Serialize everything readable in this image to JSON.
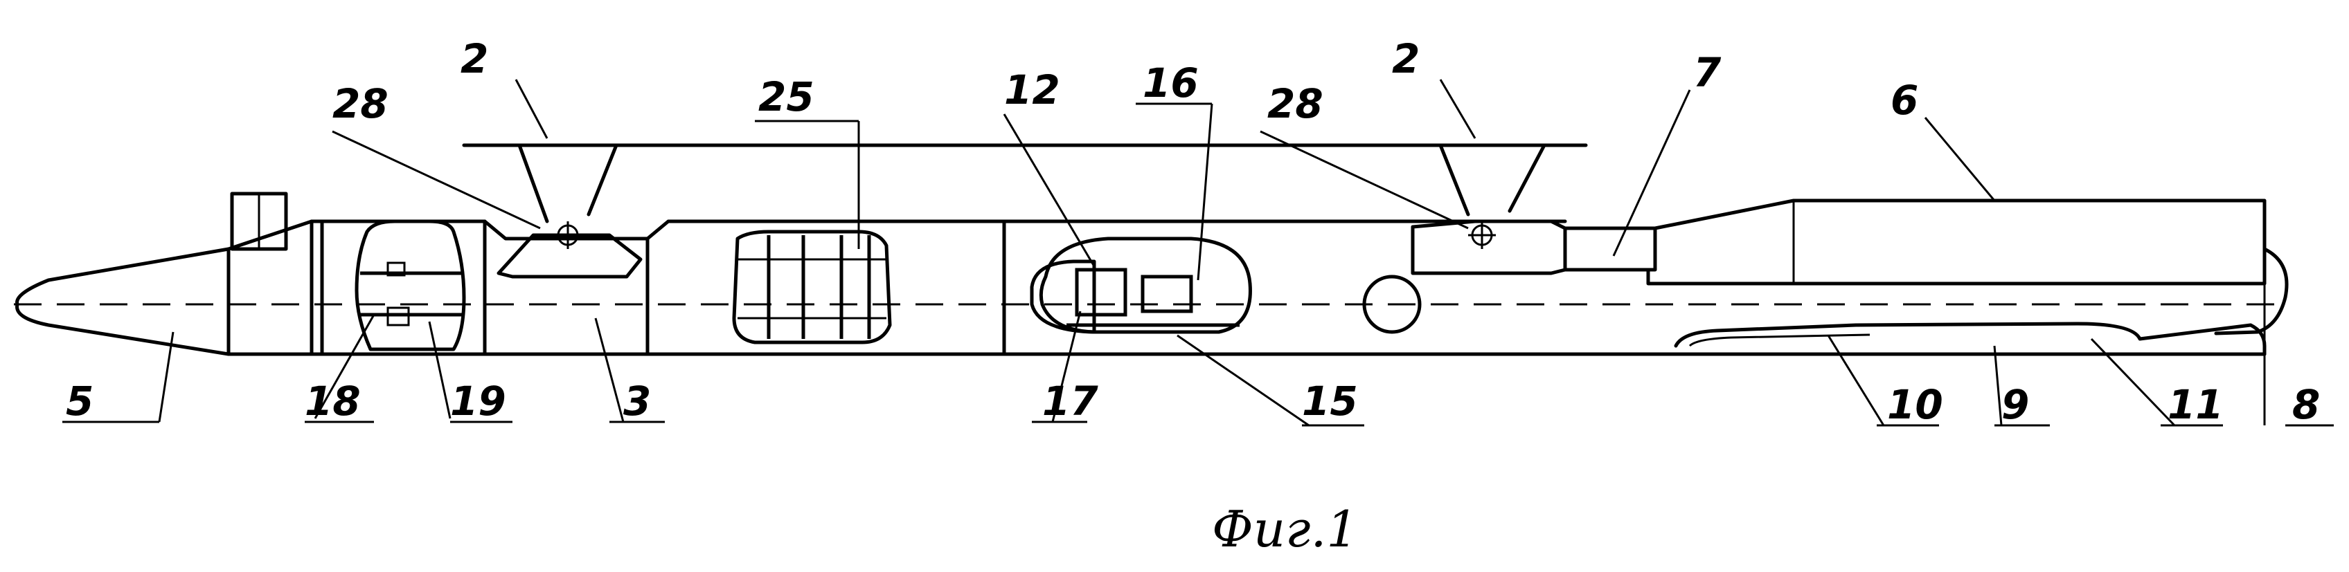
{
  "caption": "Фиг.1",
  "labels": {
    "l2a": "2",
    "l2b": "2",
    "l28a": "28",
    "l28b": "28",
    "l25": "25",
    "l12": "12",
    "l16": "16",
    "l7": "7",
    "l6": "6",
    "l5": "5",
    "l18": "18",
    "l19": "19",
    "l3": "3",
    "l17": "17",
    "l15": "15",
    "l10": "10",
    "l9": "9",
    "l11": "11",
    "l8": "8"
  }
}
